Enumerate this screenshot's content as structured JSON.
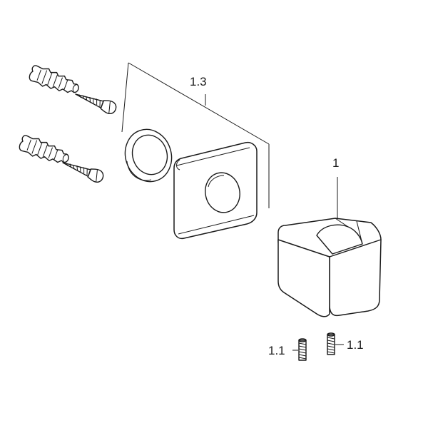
{
  "diagram": {
    "colors": {
      "ink": "#1a1a1a",
      "background": "#ffffff"
    },
    "callouts": {
      "rosette_set": "1.3",
      "holder": "1",
      "set_screw_left": "1.1",
      "set_screw_right": "1.1"
    },
    "parts": [
      {
        "name": "wall-plug",
        "count": 2
      },
      {
        "name": "wood-screw",
        "count": 2
      },
      {
        "name": "seal-ring",
        "count": 1
      },
      {
        "name": "square-rosette",
        "count": 1
      },
      {
        "name": "wall-holder-block",
        "count": 1
      },
      {
        "name": "set-screw",
        "count": 2
      }
    ]
  }
}
